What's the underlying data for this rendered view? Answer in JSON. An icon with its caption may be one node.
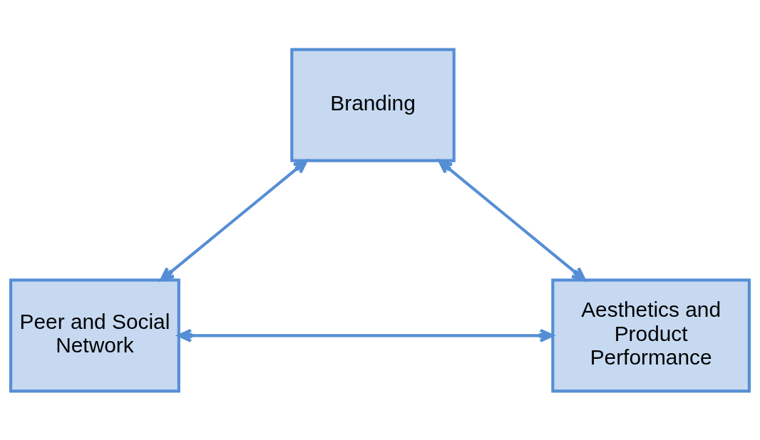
{
  "diagram": {
    "nodes": [
      {
        "text": [
          "Branding"
        ]
      },
      {
        "text": [
          "Peer and Social Network"
        ]
      },
      {
        "text": [
          "Aesthetics and Product Performance"
        ]
      }
    ],
    "edges": [
      {
        "from": 0,
        "to": 1,
        "arrow": "both"
      },
      {
        "from": 0,
        "to": 2,
        "arrow": "both"
      },
      {
        "from": 1,
        "to": 2,
        "arrow": "both"
      }
    ]
  }
}
